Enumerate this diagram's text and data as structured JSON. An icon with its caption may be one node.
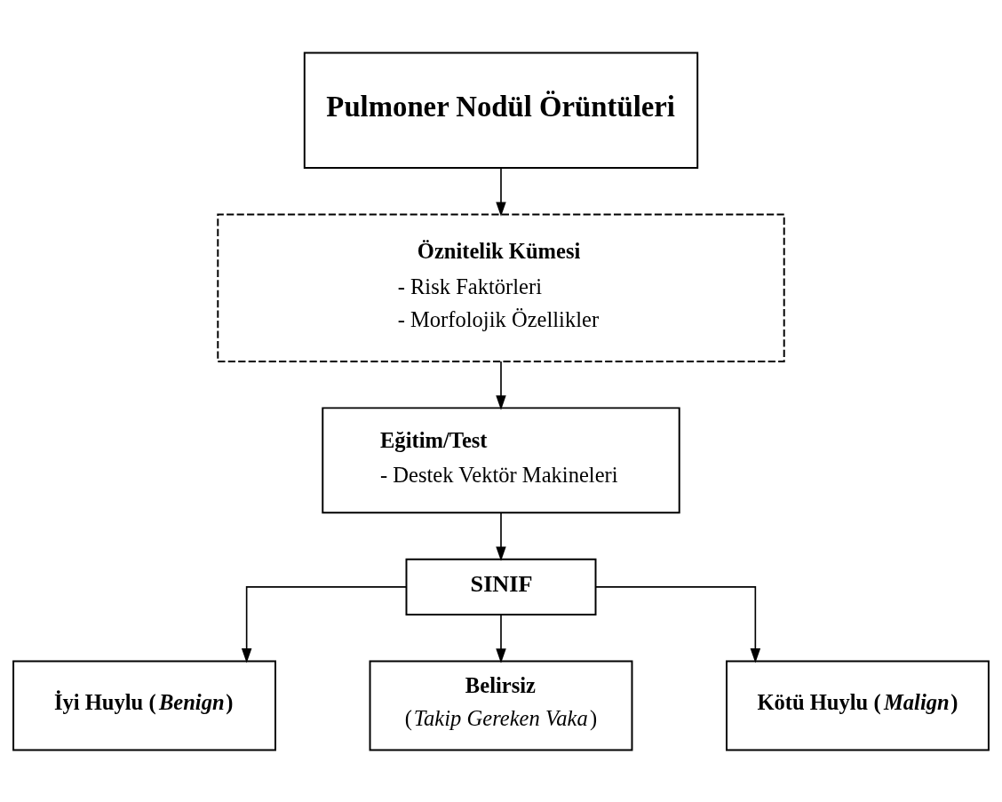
{
  "diagram": {
    "nodes": [
      {
        "text": [
          "Pulmoner Nodül Örüntüleri"
        ]
      },
      {
        "text": [
          "Öznitelik Kümesi",
          "- Risk Faktörleri",
          "- Morfolojik Özellikler"
        ]
      },
      {
        "text": [
          "Eğitim/Test",
          "- Destek Vektör Makineleri"
        ]
      },
      {
        "text": [
          "SINIF"
        ]
      },
      {
        "text": [
          "İyi Huylu (*Benign*)"
        ]
      },
      {
        "text": [
          "Belirsiz",
          "(*Takip Gereken Vaka*)"
        ]
      },
      {
        "text": [
          "Kötü Huylu (*Malign*)"
        ]
      }
    ],
    "edges": [
      {
        "from": 0,
        "to": 1,
        "arrow": "to"
      },
      {
        "from": 1,
        "to": 2,
        "arrow": "to"
      },
      {
        "from": 2,
        "to": 3,
        "arrow": "to"
      },
      {
        "from": 3,
        "to": 4,
        "arrow": "to"
      },
      {
        "from": 3,
        "to": 5,
        "arrow": "to"
      },
      {
        "from": 3,
        "to": 6,
        "arrow": "to"
      }
    ]
  }
}
